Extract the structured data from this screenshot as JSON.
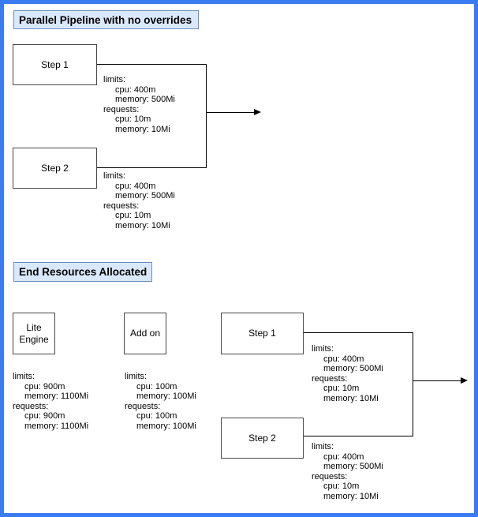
{
  "diagram": {
    "frame_color": "#3b7bf0",
    "title_fill": "#dae8fc",
    "title_stroke": "#6c8ebf",
    "node_stroke": "#474747",
    "line_color": "#000000"
  },
  "sections": {
    "top": {
      "title": "Parallel Pipeline with no overrides"
    },
    "bottom": {
      "title": "End Resources Allocated"
    }
  },
  "nodes": {
    "top_step1": "Step 1",
    "top_step2": "Step 2",
    "lite_engine": "Lite Engine",
    "addon": "Add on",
    "bottom_step1": "Step 1",
    "bottom_step2": "Step 2"
  },
  "resources": {
    "top_step1": {
      "lines": [
        "limits:",
        "cpu: 400m",
        "memory: 500Mi",
        "requests:",
        "cpu: 10m",
        "memory: 10Mi"
      ]
    },
    "top_step2": {
      "lines": [
        "limits:",
        "cpu: 400m",
        "memory: 500Mi",
        "requests:",
        "cpu: 10m",
        "memory: 10Mi"
      ]
    },
    "lite_engine": {
      "lines": [
        "limits:",
        "cpu: 900m",
        "memory: 1100Mi",
        "requests:",
        "cpu: 900m",
        "memory: 1100Mi"
      ]
    },
    "addon": {
      "lines": [
        "limits:",
        "cpu: 100m",
        "memory: 100Mi",
        "requests:",
        "cpu: 100m",
        "memory: 100Mi"
      ]
    },
    "bottom_step1": {
      "lines": [
        "limits:",
        "cpu: 400m",
        "memory: 500Mi",
        "requests:",
        "cpu: 10m",
        "memory: 10Mi"
      ]
    },
    "bottom_step2": {
      "lines": [
        "limits:",
        "cpu: 400m",
        "memory: 500Mi",
        "requests:",
        "cpu: 10m",
        "memory: 10Mi"
      ]
    }
  }
}
